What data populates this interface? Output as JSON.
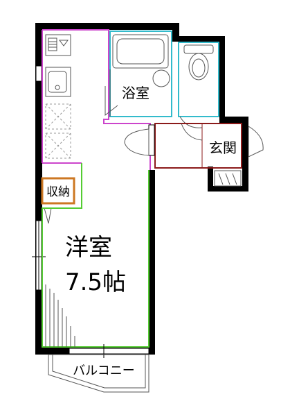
{
  "rooms": {
    "bath_label": "浴室",
    "entrance_label": "玄関",
    "storage_label": "収納",
    "western_room_name": "洋室",
    "western_room_size": "7.5帖",
    "balcony_label": "バルコニー"
  },
  "colors": {
    "wall": "#000000",
    "kitchen_outline": "#cc44cc",
    "bath_outline": "#33bbcc",
    "toilet_outline": "#33bbcc",
    "entrance_outline": "#8b1a1a",
    "storage_outline": "#cc7722",
    "room_outline": "#55cc33",
    "fixture_line": "#555555",
    "floor": "#ffffff"
  }
}
